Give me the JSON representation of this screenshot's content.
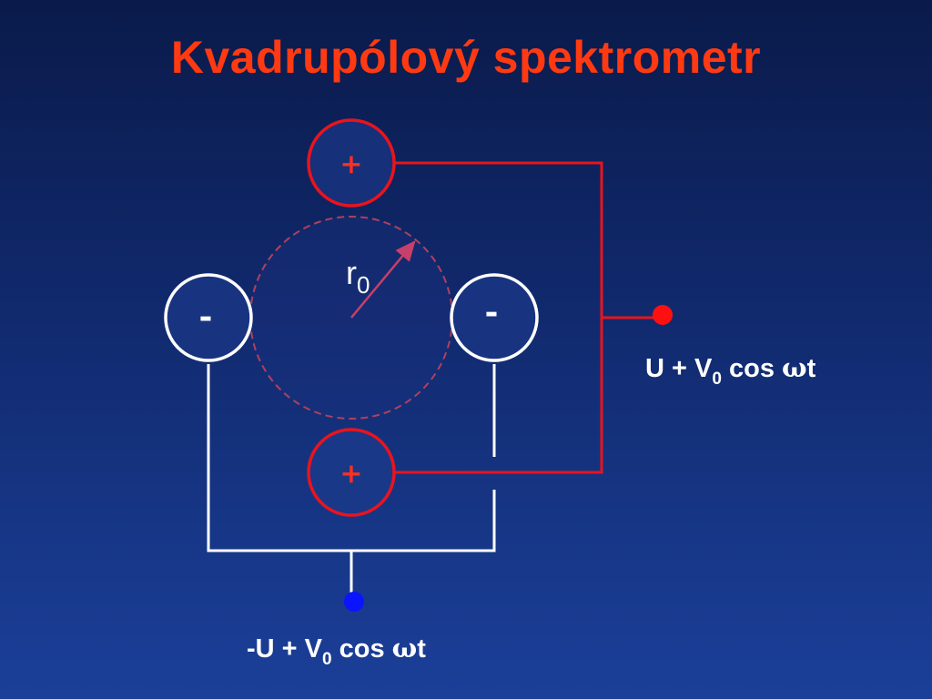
{
  "slide": {
    "title": "Kvadrupólový spektrometr"
  },
  "diagram": {
    "electrodes": {
      "top_sign": "+",
      "bottom_sign": "+",
      "left_sign": "-",
      "right_sign": "-"
    },
    "radius_label": {
      "base": "r",
      "sub": "0"
    },
    "voltage_plus": {
      "prefix": "U + V",
      "sub": "0",
      "mid": " cos ",
      "omega": "ω",
      "suffix": "t"
    },
    "voltage_minus": {
      "prefix": "-U + V",
      "sub": "0",
      "mid": " cos ",
      "omega": "ω",
      "suffix": "t"
    },
    "colors": {
      "plus_electrode": "#e8141e",
      "minus_electrode": "#ffffff",
      "plus_terminal": "#ff1010",
      "minus_terminal": "#0a14ff",
      "title": "#ff3a12"
    }
  }
}
